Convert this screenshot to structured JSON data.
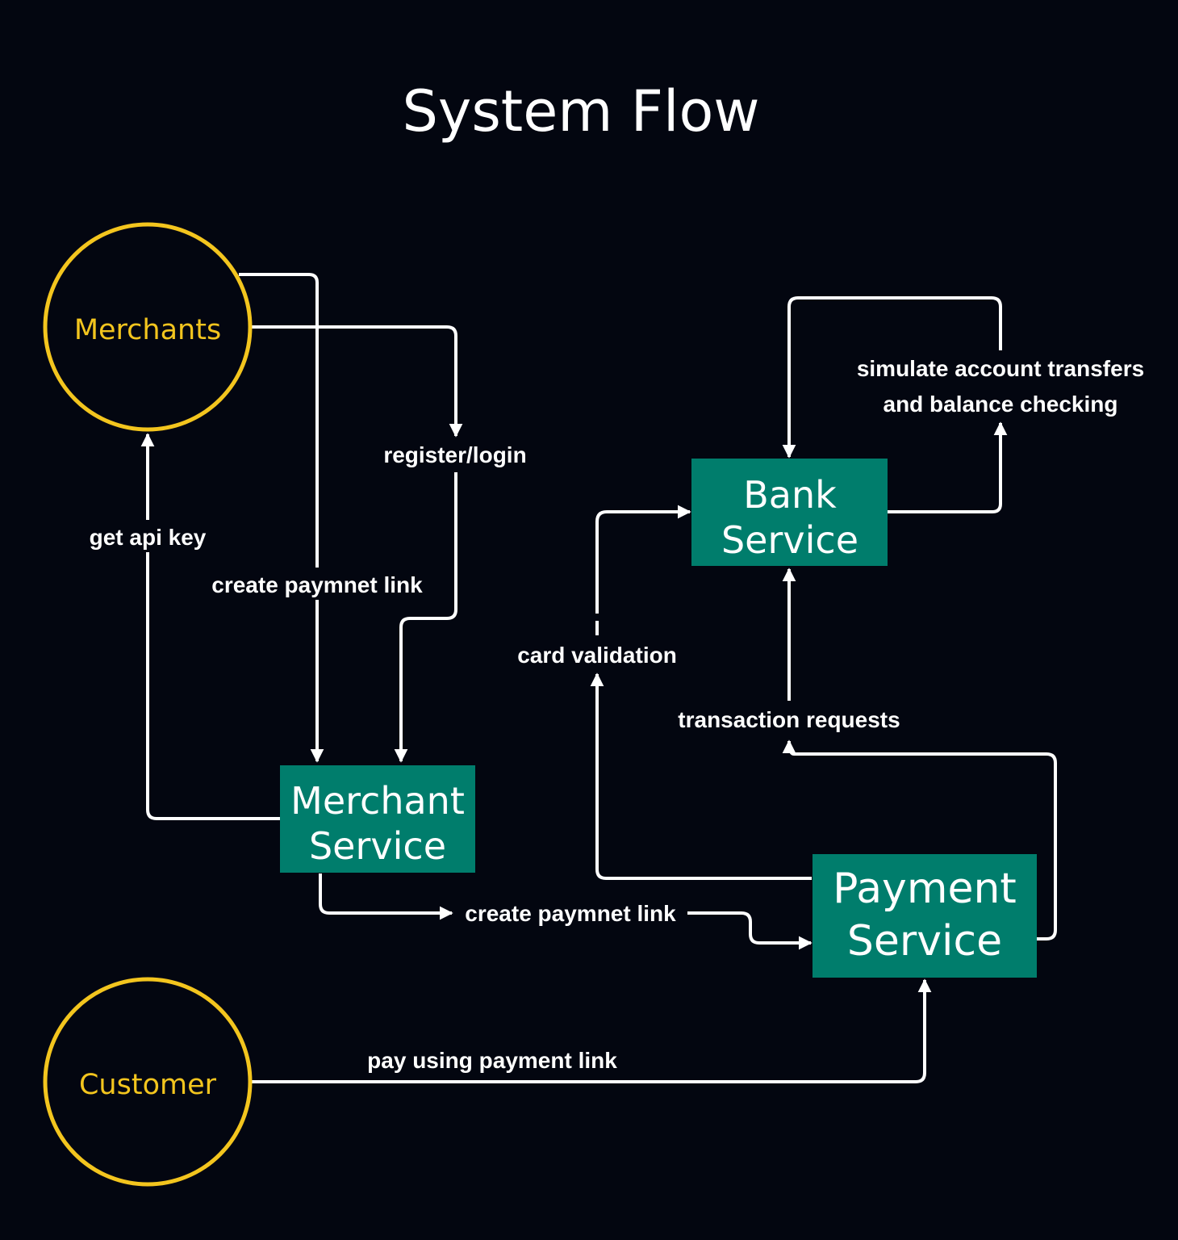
{
  "title": "System Flow",
  "colors": {
    "background": "#030610",
    "actor": "#f3c51e",
    "service": "#007d6c",
    "connector": "#ffffff"
  },
  "actors": {
    "merchants": "Merchants",
    "customer": "Customer"
  },
  "services": {
    "merchant": [
      "Merchant",
      "Service"
    ],
    "bank": [
      "Bank",
      "Service"
    ],
    "payment": [
      "Payment",
      "Service"
    ]
  },
  "edges": {
    "register_login": "register/login",
    "create_link_merchant": "create paymnet link",
    "get_api_key": "get api key",
    "create_link_payment": "create paymnet link",
    "simulate": [
      "simulate account transfers",
      "and balance checking"
    ],
    "card_validation": "card validation",
    "transaction_requests": "transaction requests",
    "pay_link": "pay using payment link"
  }
}
